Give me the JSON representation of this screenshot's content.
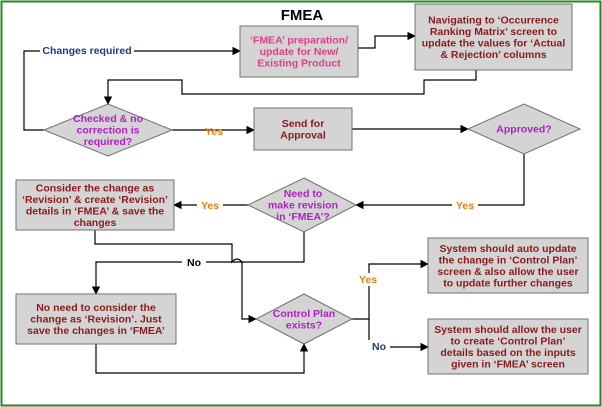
{
  "title": "FMEA",
  "colors": {
    "border": "#228b22",
    "background": "#ffffff",
    "box_fill": "#d4d4d4",
    "box_stroke": "#707070",
    "line": "#000000",
    "text_dark_red": "#8b1a1a",
    "text_pink": "#e0408a",
    "text_magenta": "#b020c8",
    "label_orange": "#e8810c",
    "label_blue": "#1a3a8c",
    "label_black": "#000000",
    "title": "#000000"
  },
  "nodes": {
    "prep": "‘FMEA’ preparation/\nupdate for New/\nExisting Product",
    "navigate": "Navigating to ‘Occurrence\nRanking Matrix’ screen to\nupdate the values for ‘Actual\n& Rejection’ columns",
    "checked": "Checked & no\ncorrection is\nrequired?",
    "send": "Send for\nApproval",
    "approved": "Approved?",
    "consider": "Consider the change as\n‘Revision’ & create ‘Revision’\ndetails in ‘FMEA’ & save the\nchanges",
    "need_revision": "Need to\nmake revision\nin ‘FMEA’?",
    "no_need": "No need to consider the\nchange as ‘Revision’. Just\nsave the changes in ‘FMEA’",
    "control_plan": "Control Plan\nexists?",
    "auto_update": "System should auto update\nthe change in ‘Control Plan’\nscreen & also allow the user\nto update further changes",
    "create_cp": "System should allow the user\nto create  ‘Control Plan’\ndetails based on the inputs\ngiven in ‘FMEA’ screen"
  },
  "labels": {
    "changes_required": "Changes required",
    "yes_send": "Yes",
    "yes_approved": "Yes",
    "yes_revision": "Yes",
    "no_revision": "No",
    "yes_cp": "Yes",
    "no_cp": "No"
  }
}
